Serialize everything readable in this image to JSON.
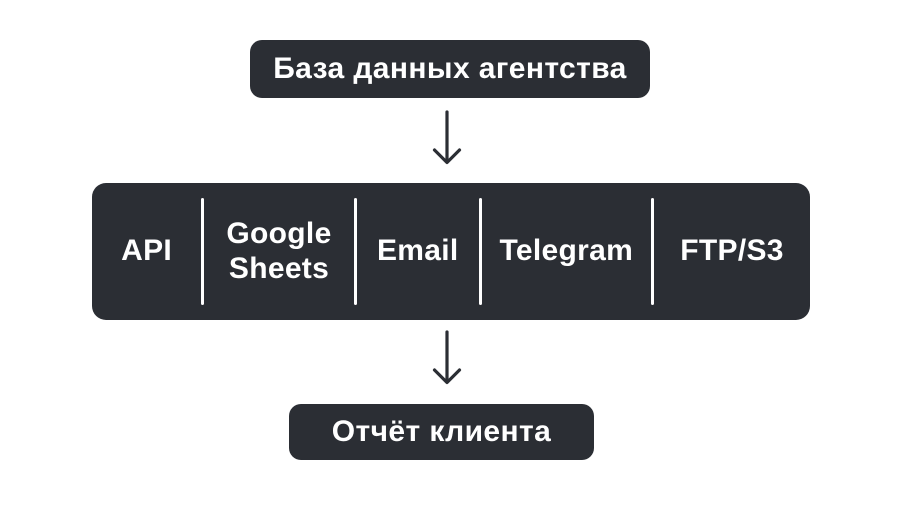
{
  "diagram": {
    "source": {
      "label": "База данных агентства"
    },
    "channels": [
      {
        "label": "API"
      },
      {
        "label": "Google Sheets"
      },
      {
        "label": "Email"
      },
      {
        "label": "Telegram"
      },
      {
        "label": "FTP/S3"
      }
    ],
    "output": {
      "label": "Отчёт клиента"
    }
  },
  "colors": {
    "box": "#2b2e34",
    "label": "#ffffff",
    "background": "#ffffff",
    "arrow": "#2b2e34",
    "divider": "#ffffff"
  }
}
